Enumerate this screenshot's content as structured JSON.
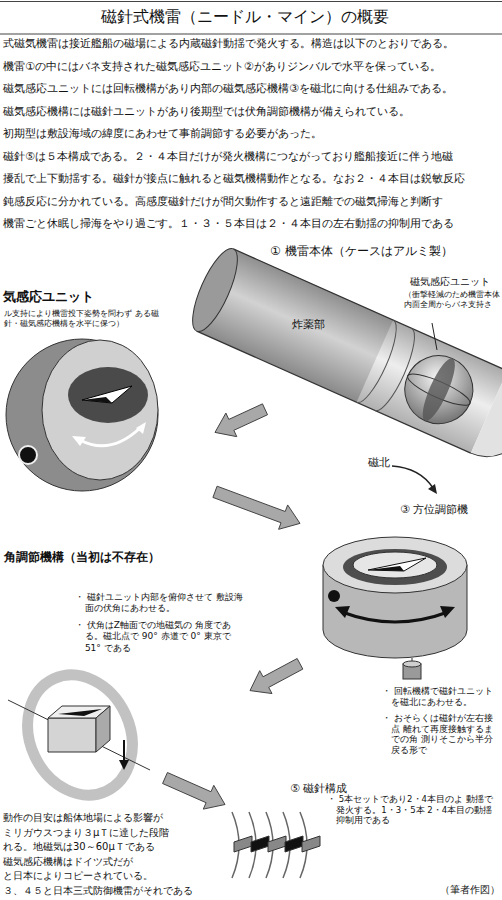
{
  "diagram": {
    "title": "磁針式機雷（ニードル・マイン）の概要",
    "caption": "（筆者作図）",
    "nodes": [
      {
        "text": [
          "① 機雷本体（ケースはアルミ製）"
        ]
      },
      {
        "text": [
          "気感応ユニット",
          "ル支持により機雷投下姿勢を問わず ある磁針・磁気感応機構を水平に保つ）"
        ]
      },
      {
        "text": [
          "③ 方位調節機",
          "・ 回転機構で磁針ユニット を磁北にあわせる。",
          "・ おそらくは磁針が左右接点 離れて再度接触するまでの角 測りそこから半分戻る形で"
        ]
      },
      {
        "text": [
          "角調節機構（当初は不存在）",
          "・ 磁針ユニット内部を俯仰させて 敷設海面の伏角にあわせる。",
          "・ 伏角はZ軸面での地磁気の 角度である。磁北点で 90° 赤道で 0° 東京で 51° である"
        ]
      },
      {
        "text": [
          "⑤ 磁針構成",
          "・ 5本セットであり2・4本目のよ 動揺で発火する。1・3・5本 2・4本目の動揺抑制用である"
        ]
      }
    ],
    "edges": [
      {
        "from": 0,
        "to": 1,
        "arrow": "to"
      },
      {
        "from": 1,
        "to": 2,
        "arrow": "to"
      },
      {
        "from": 2,
        "to": 3,
        "arrow": "to"
      },
      {
        "from": 3,
        "to": 4,
        "arrow": "to"
      }
    ],
    "labels": [
      "式磁気機雷は接近艦船の磁場による内蔵磁針動揺で発火する。構造は以下のとおりである。",
      "機雷①の中にはバネ支持された磁気感応ユニット②がありジンバルで水平を保っている。",
      "磁気感応ユニットには回転機構があり内部の磁気感応機構③を磁北に向ける仕組みである。",
      "磁気感応機構には磁針ユニットがあり後期型では伏角調節機構が備えられている。",
      "初期型は敷設海域の緯度にあわせて事前調節する必要があった。",
      "磁針⑤は５本構成である。２・４本目だけが発火機構につながっており艦船接近に伴う地磁",
      "擾乱で上下動揺する。磁針が接点に触れると磁気機構動作となる。なお２・４本目は鋭敏反応",
      "鈍感反応に分かれている。高感度磁針だけが間欠動作すると遠距離での磁気掃海と判断す",
      "機雷ごと休眠し掃海をやり過ごす。１・３・５本目は２・４本目の左右動揺の抑制用である",
      "磁気感応ユニット",
      "（衝撃軽減のため機雷本体 内面全周からバネ支持さ",
      "炸薬部",
      "磁北",
      "動作の目安は船体地場による影響が",
      "ミリガウスつまり３μＴに達した段階",
      "れる。地磁気は30～60μＴである",
      "磁気感応機構はドイツ式だが",
      "と日本によりコピーされている。",
      "３、４５と日本三式防御機雷がそれである"
    ]
  }
}
